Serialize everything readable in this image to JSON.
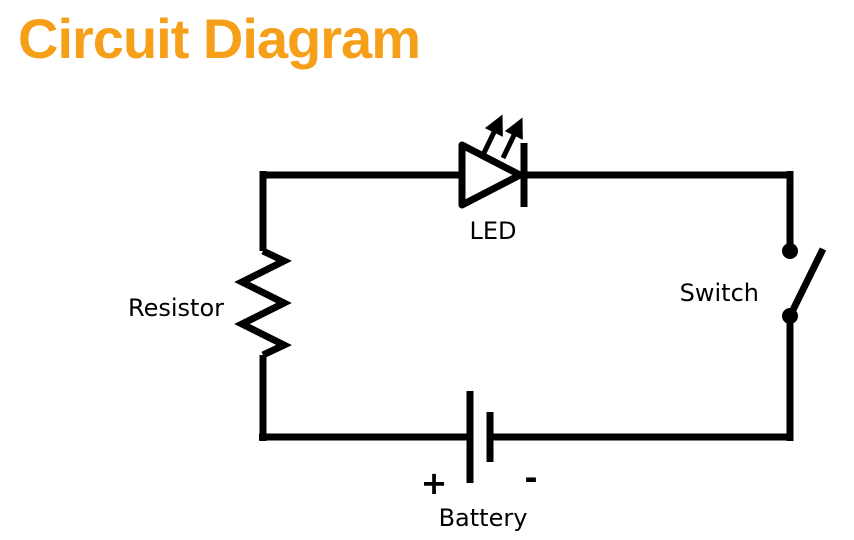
{
  "page": {
    "title": "Circuit Diagram",
    "title_color": "#F6A01A",
    "background_color": "#FFFFFF",
    "line_color": "#000000"
  },
  "diagram": {
    "type": "circuit",
    "description": "Closed rectangular circuit loop with four components",
    "components": [
      {
        "id": "led",
        "label": "LED",
        "position": "top",
        "symbol": "led-with-emission-arrows"
      },
      {
        "id": "resistor",
        "label": "Resistor",
        "position": "left",
        "symbol": "zigzag"
      },
      {
        "id": "switch",
        "label": "Switch",
        "position": "right",
        "symbol": "open-switch",
        "state": "open"
      },
      {
        "id": "battery",
        "label": "Battery",
        "position": "bottom",
        "symbol": "single-cell",
        "positive_terminal": "+",
        "negative_terminal": "-"
      }
    ]
  }
}
